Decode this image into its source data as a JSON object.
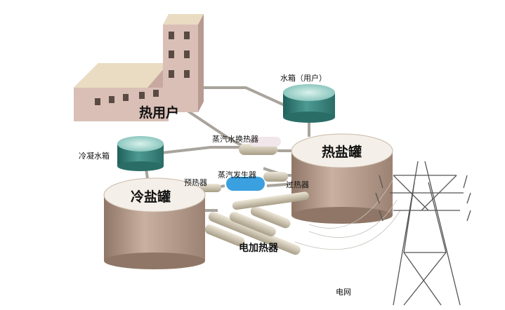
{
  "labels": {
    "heat_user": "热用户",
    "water_tank_user": "水箱（用户）",
    "steam_water_exchanger": "蒸汽水换热器",
    "condensate_tank": "冷凝水箱",
    "hot_salt_tank": "热盐罐",
    "preheater": "预热器",
    "steam_generator": "蒸汽发生器",
    "superheater": "过热器",
    "cold_salt_tank": "冷盐罐",
    "electric_heater": "电加热器",
    "power_grid": "电网"
  },
  "colors": {
    "building": "#d9bfb6",
    "building_top": "#e9dcc2",
    "teal_tank": "#3f8d86",
    "salt_tank": "#b89c8a",
    "pipe": "#a9a49c",
    "steam_generator": "#3aa0e0"
  }
}
